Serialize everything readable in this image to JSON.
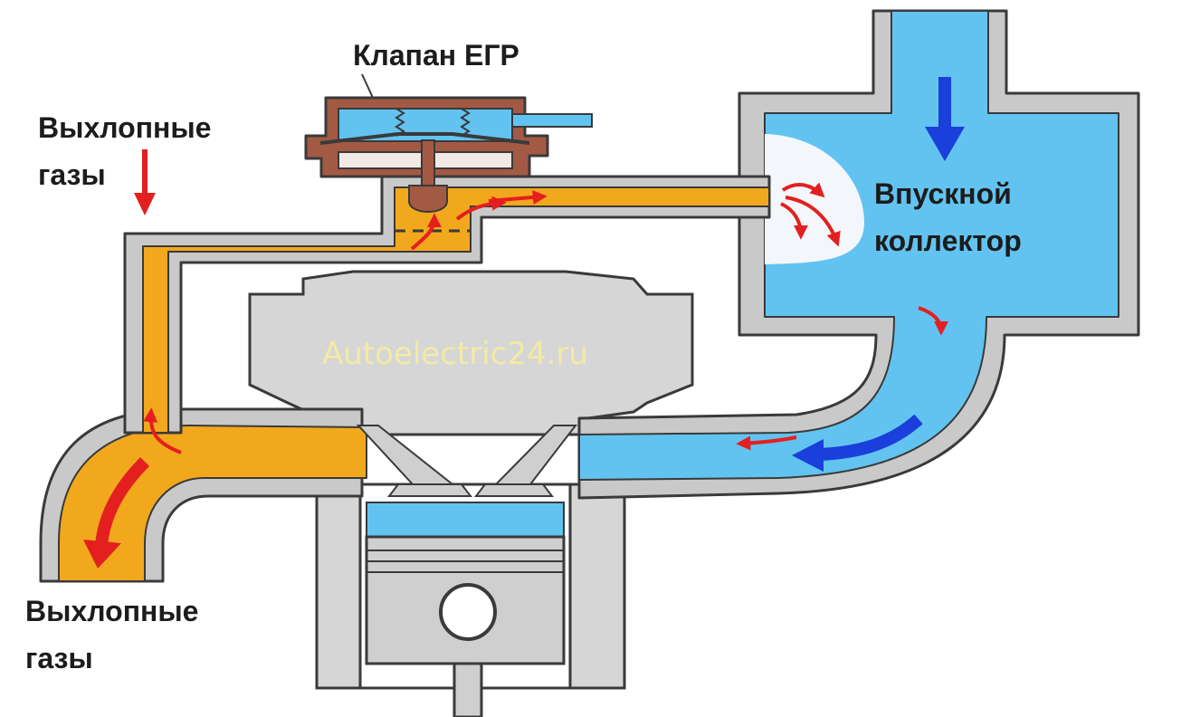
{
  "labels": {
    "egr_valve": "Клапан ЕГР",
    "exhaust_top_line1": "Выхлопные",
    "exhaust_top_line2": "газы",
    "intake_line1": "Впускной",
    "intake_line2": "коллектор",
    "exhaust_bottom_line1": "Выхлопные",
    "exhaust_bottom_line2": "газы"
  },
  "watermark": "Autoelectric24.ru",
  "colors": {
    "exhaust": "#f2a81d",
    "intake": "#62c3f1",
    "intake_light": "#bfe4f7",
    "wall": "#c9c9c9",
    "outline": "#3a3a3a",
    "engine": "#d6d6d6",
    "valve_body": "#a35a44",
    "flow_red": "#e41f1f",
    "flow_blue": "#1a3fdb"
  }
}
